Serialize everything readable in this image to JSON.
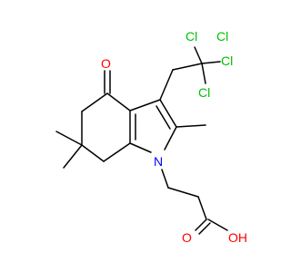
{
  "colors": {
    "bond": "#000000",
    "carbon": "#000000",
    "oxygen": "#ff0000",
    "nitrogen": "#0000ff",
    "chlorine": "#00c000"
  },
  "atoms": {
    "cl_top_left": "Cl",
    "cl_top_right": "Cl",
    "cl_right": "Cl",
    "cl_bottom": "Cl",
    "o_ketone": "O",
    "n_ring": "N",
    "o_carbonyl": "O",
    "oh_hydroxyl": "OH"
  }
}
